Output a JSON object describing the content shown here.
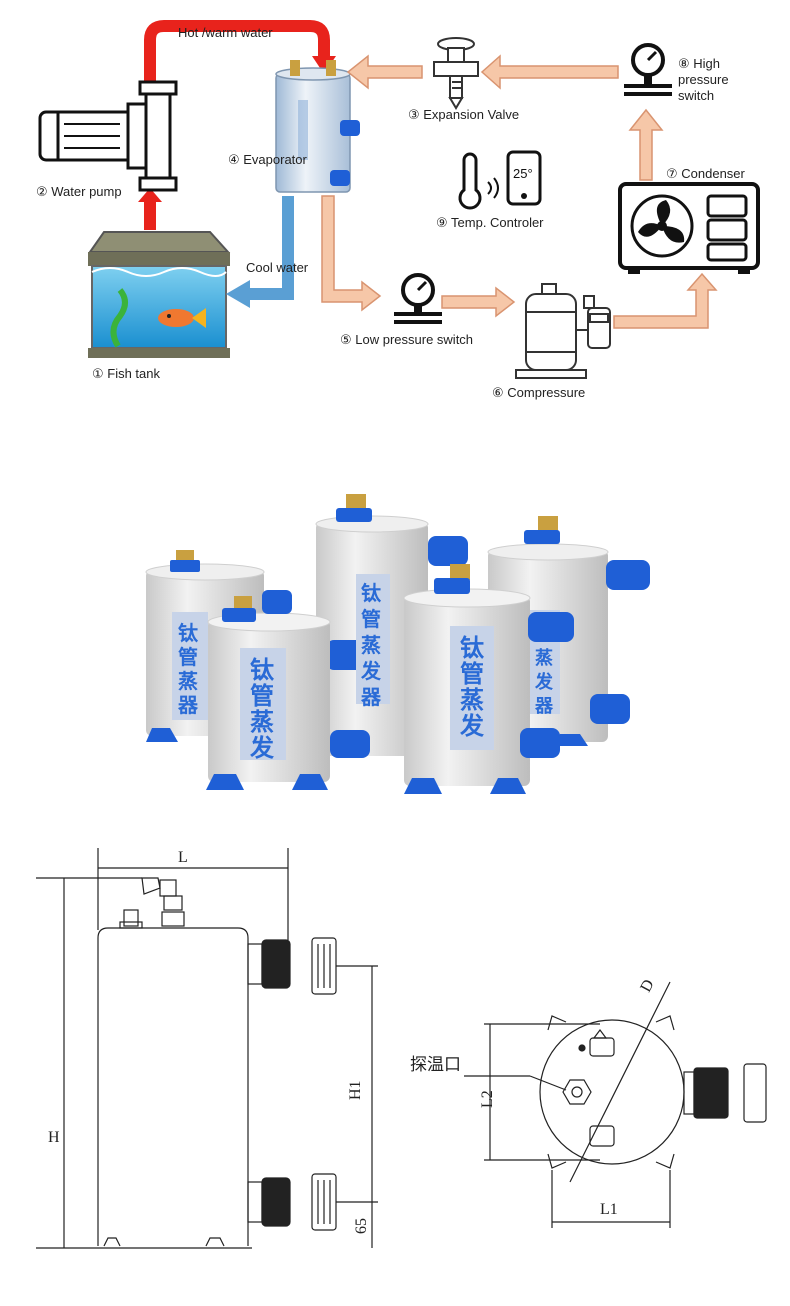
{
  "flow_diagram": {
    "labels": {
      "hot_water": "Hot /warm water",
      "cool_water": "Cool water",
      "fish_tank": "① Fish tank",
      "water_pump": "② Water pump",
      "expansion_valve": "③ Expansion Valve",
      "evaporator": "④ Evaporator",
      "low_pressure_switch": "⑤ Low pressure switch",
      "compressure": "⑥ Compressure",
      "condenser": "⑦ Condenser",
      "high_pressure_switch_1": "⑧ High",
      "high_pressure_switch_2": "pressure",
      "high_pressure_switch_3": "switch",
      "temp_controler": "⑨ Temp. Controler",
      "thermostat_display": "25°"
    },
    "colors": {
      "hot_arrow": "#e8231c",
      "cool_arrow": "#5a9fd4",
      "refrigerant_arrow": "#f6c7a8",
      "refrigerant_border": "#d99470"
    }
  },
  "product_photo": {
    "label_text": "钛管蒸发器",
    "colors": {
      "body": "#e4e4e4",
      "fittings": "#1f5fd6",
      "brass": "#c9a040"
    }
  },
  "drawings": {
    "side_view": {
      "L": "L",
      "H": "H",
      "H1": "H1",
      "dim_65": "65"
    },
    "top_view": {
      "D": "D",
      "L1": "L1",
      "L2": "L2",
      "probe_port": "探温口"
    }
  }
}
